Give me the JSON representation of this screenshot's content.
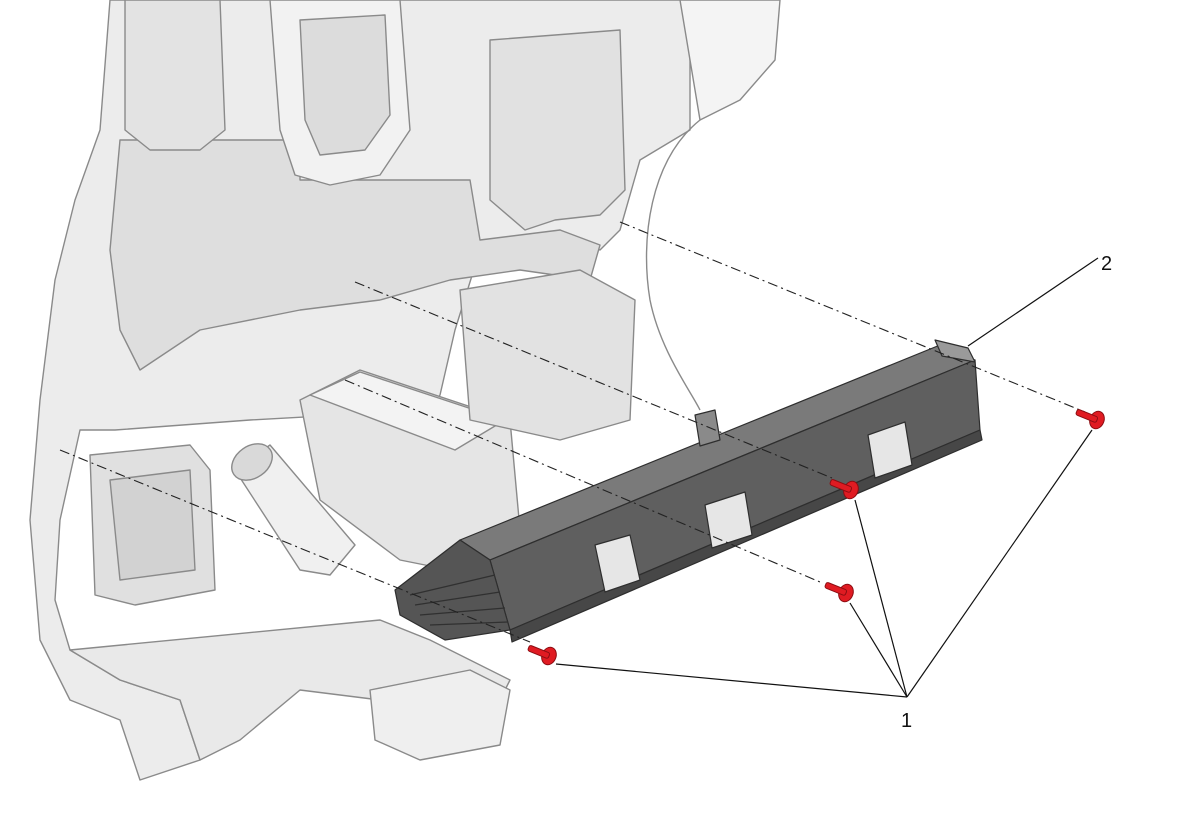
{
  "callouts": [
    {
      "label": "1",
      "part": "bolt"
    },
    {
      "label": "2",
      "part": "bracket"
    }
  ],
  "colors": {
    "bolt": "#e01b22",
    "bracket": "#5f5f5f",
    "bracket_dark": "#3f3f3f",
    "panel": "#e6e6e6",
    "panel_shadow": "#c9c9c9",
    "outline": "#8a8a8a",
    "leader": "#111111"
  }
}
